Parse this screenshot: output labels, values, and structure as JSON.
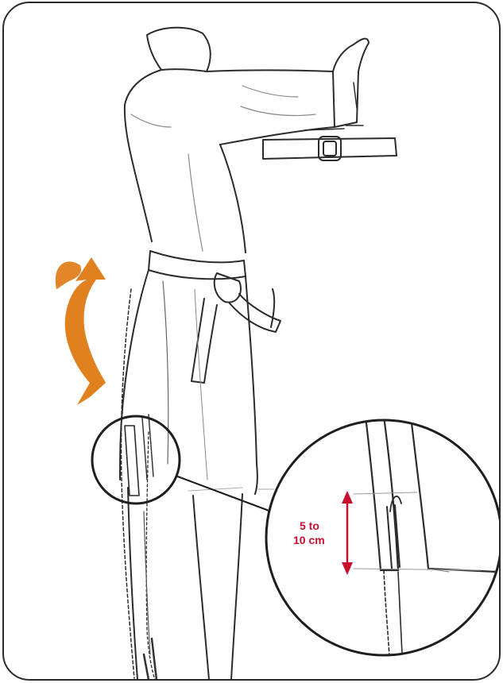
{
  "illustration": {
    "zoom_label_line1": "5 to",
    "zoom_label_line2": "10 cm",
    "accent_color": "#e0801e",
    "measure_color": "#c8102e",
    "icons": [
      "curved-arrow-icon",
      "magnifier-circle",
      "measurement-arrow-icon"
    ]
  }
}
